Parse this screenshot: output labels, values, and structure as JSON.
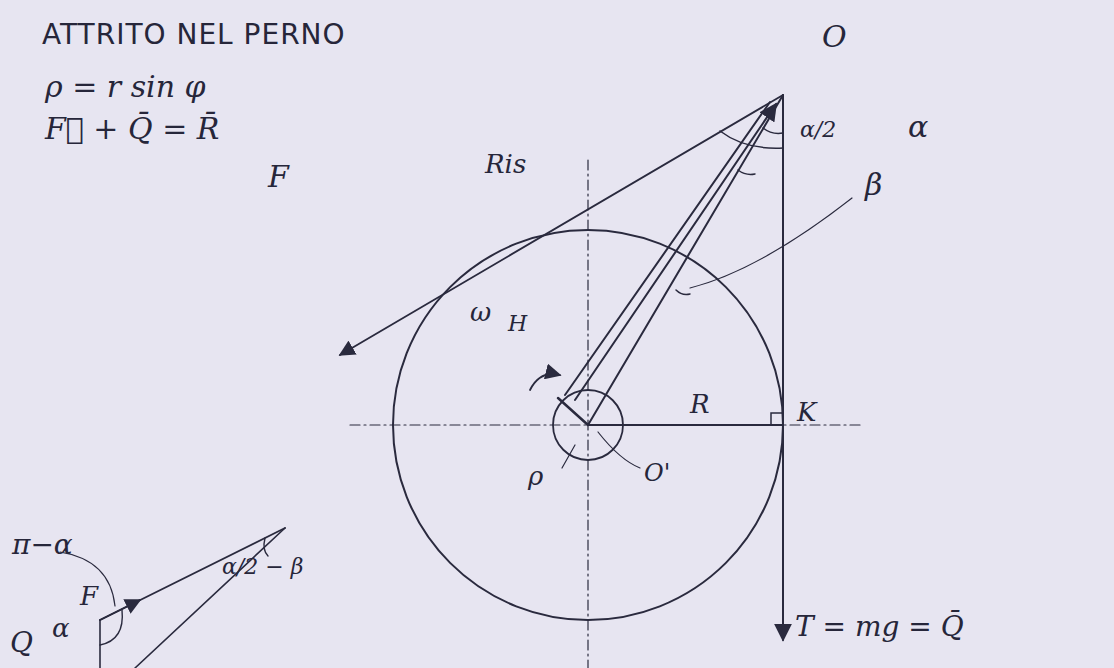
{
  "diagram": {
    "title": "ATTRITO NEL PERNO",
    "labels": [
      "ρ = r sin φ",
      "F⃗ + Q̄ = R̄",
      "F",
      "O",
      "α",
      "α/2",
      "β",
      "Ris",
      "ω",
      "H",
      "R",
      "K",
      "ρ",
      "O'",
      "π−α",
      "F",
      "α",
      "α/2 − β",
      "Q",
      "T = mg = Q̄"
    ]
  }
}
